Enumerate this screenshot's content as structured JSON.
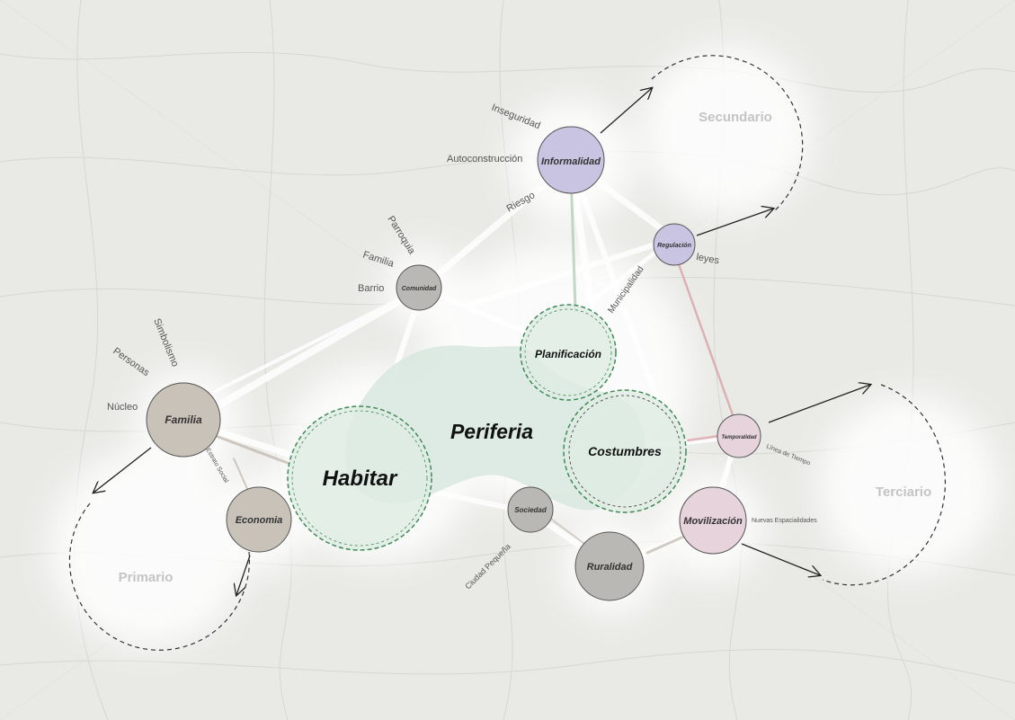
{
  "central": {
    "periferia": "Periferia",
    "habitar": "Habitar",
    "planificacion": "Planificación",
    "costumbres": "Costumbres"
  },
  "nodes": {
    "informalidad": "Informalidad",
    "regulacion": "Regulación",
    "comunidad": "Comunidad",
    "familia": "Familia",
    "economia": "Economia",
    "sociedad": "Sociedad",
    "ruralidad": "Ruralidad",
    "movilizacion": "Movilización",
    "temporalidad": "Temporalidad"
  },
  "sectors": {
    "secundario": "Secundario",
    "terciario": "Terciario",
    "primario": "Primario"
  },
  "keywords": {
    "inseguridad": "Inseguridad",
    "autoconstruccion": "Autoconstrucción",
    "riesgo": "Riesgo",
    "leyes": "leyes",
    "municipalidad": "Municipalidad",
    "parroquia": "Parroquia",
    "familia_kw": "Familia",
    "barrio": "Barrio",
    "simbolismo": "Simbolismo",
    "personas": "Personas",
    "nucleo": "Núcleo",
    "estrato_social": "Estrato Social",
    "ciudad_pequena": "Ciudad Pequeña",
    "linea_de_tiempo": "Línea de Tiempo",
    "nuevas_espacialidades": "Nuevas Espacialidades"
  },
  "colors": {
    "background": "#e9e9e6",
    "node_grey": "#b9b8b5",
    "node_purple": "#c9c4e2",
    "node_pink": "#e6d3dc",
    "central_fill": "#d8e8df",
    "green_dash": "#3f8a57",
    "link_white": "#ffffff",
    "link_green": "#a9c9ad",
    "link_pink": "#d9a1a8",
    "sector_text": "#c4c4c4"
  }
}
